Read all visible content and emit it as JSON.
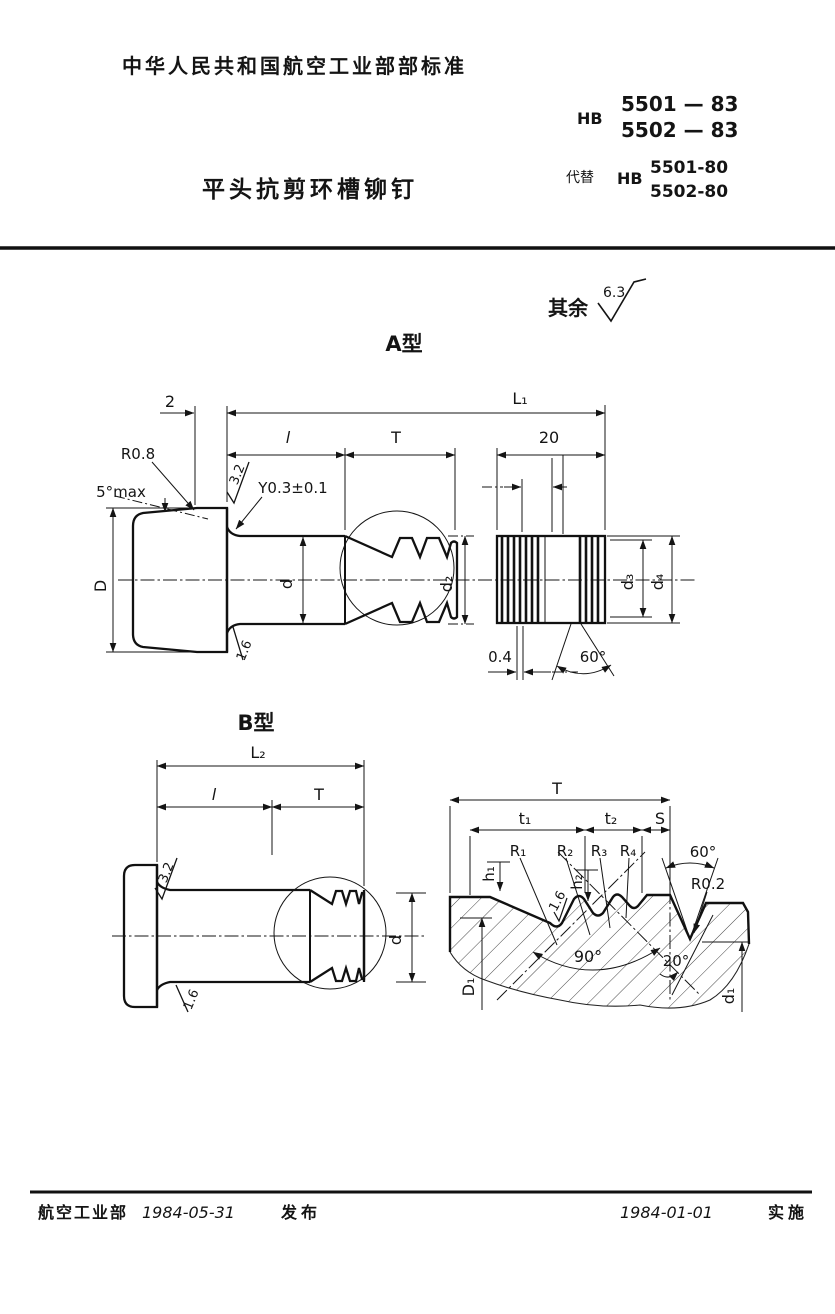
{
  "header": {
    "org": "中华人民共和国航空工业部部标准",
    "std_prefix": "HB",
    "std_no1": "5501 — 83",
    "std_no2": "5502 — 83",
    "title": "平头抗剪环槽铆钉",
    "replaces_label": "代替",
    "replaces_prefix": "HB",
    "replaces_no1": "5501-80",
    "replaces_no2": "5502-80"
  },
  "notes": {
    "rest_label": "其余",
    "rest_roughness": "6.3"
  },
  "views": {
    "a": {
      "label": "A型",
      "dims": {
        "head_band": "2",
        "l1": "L₁",
        "l": "l",
        "t": "T",
        "twenty": "20",
        "r08": "R0.8",
        "max5": "5°max",
        "r32": "3.2",
        "y03": "Y0.3±0.1",
        "dD": "D",
        "d": "d",
        "d2": "d₂",
        "d3": "d₃",
        "d4": "d₄",
        "r16": "1.6",
        "p04": "0.4",
        "a60": "60°"
      }
    },
    "b": {
      "label": "B型",
      "dims": {
        "l2": "L₂",
        "l": "l",
        "t": "T",
        "r32": "3.2",
        "r16": "1.6",
        "d": "d"
      }
    },
    "detail": {
      "dims": {
        "t": "T",
        "t1": "t₁",
        "t2": "t₂",
        "s": "S",
        "r1": "R₁",
        "r2": "R₂",
        "r3": "R₃",
        "r4": "R₄",
        "h1": "h₁",
        "h2": "h₂",
        "r16": "1.6",
        "a60": "60°",
        "r02": "R0.2",
        "a90": "90°",
        "a20": "20°",
        "dD1": "D₁",
        "d1": "d₁"
      }
    }
  },
  "footer": {
    "org": "航空工业部",
    "issue_date": "1984-05-31",
    "issue_label": "发布",
    "impl_date": "1984-01-01",
    "impl_label": "实施"
  }
}
